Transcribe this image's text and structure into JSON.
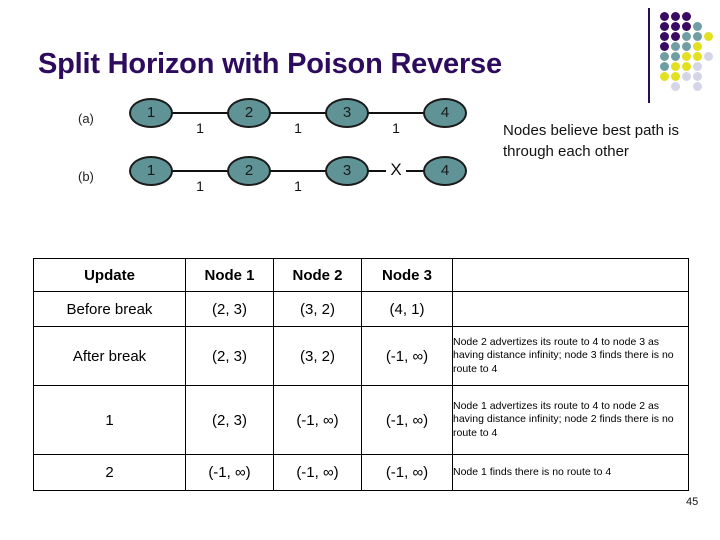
{
  "slide": {
    "title": "Split Horizon with Poison Reverse",
    "page_number": "45",
    "title_color": "#2d0b5e",
    "node_color": "#5f9396"
  },
  "decoration": {
    "name": "dot-grid",
    "colors": {
      "dark_purple": "#3b0a63",
      "teal": "#6f9fa3",
      "yellow": "#e2e021",
      "light_lavender": "#d5d5e8"
    },
    "dots": [
      {
        "col": 0,
        "row": 0,
        "color": "#3b0a63"
      },
      {
        "col": 1,
        "row": 0,
        "color": "#3b0a63"
      },
      {
        "col": 2,
        "row": 0,
        "color": "#3b0a63"
      },
      {
        "col": 0,
        "row": 1,
        "color": "#3b0a63"
      },
      {
        "col": 1,
        "row": 1,
        "color": "#3b0a63"
      },
      {
        "col": 2,
        "row": 1,
        "color": "#3b0a63"
      },
      {
        "col": 3,
        "row": 1,
        "color": "#6f9fa3"
      },
      {
        "col": 0,
        "row": 2,
        "color": "#3b0a63"
      },
      {
        "col": 1,
        "row": 2,
        "color": "#3b0a63"
      },
      {
        "col": 2,
        "row": 2,
        "color": "#6f9fa3"
      },
      {
        "col": 3,
        "row": 2,
        "color": "#6f9fa3"
      },
      {
        "col": 4,
        "row": 2,
        "color": "#e2e021"
      },
      {
        "col": 0,
        "row": 3,
        "color": "#3b0a63"
      },
      {
        "col": 1,
        "row": 3,
        "color": "#6f9fa3"
      },
      {
        "col": 2,
        "row": 3,
        "color": "#6f9fa3"
      },
      {
        "col": 3,
        "row": 3,
        "color": "#e2e021"
      },
      {
        "col": 0,
        "row": 4,
        "color": "#6f9fa3"
      },
      {
        "col": 1,
        "row": 4,
        "color": "#6f9fa3"
      },
      {
        "col": 2,
        "row": 4,
        "color": "#e2e021"
      },
      {
        "col": 3,
        "row": 4,
        "color": "#e2e021"
      },
      {
        "col": 4,
        "row": 4,
        "color": "#d5d5e8"
      },
      {
        "col": 0,
        "row": 5,
        "color": "#6f9fa3"
      },
      {
        "col": 1,
        "row": 5,
        "color": "#e2e021"
      },
      {
        "col": 2,
        "row": 5,
        "color": "#e2e021"
      },
      {
        "col": 3,
        "row": 5,
        "color": "#d5d5e8"
      },
      {
        "col": 0,
        "row": 6,
        "color": "#e2e021"
      },
      {
        "col": 1,
        "row": 6,
        "color": "#e2e021"
      },
      {
        "col": 2,
        "row": 6,
        "color": "#d5d5e8"
      },
      {
        "col": 3,
        "row": 6,
        "color": "#d5d5e8"
      },
      {
        "col": 1,
        "row": 7,
        "color": "#d5d5e8"
      },
      {
        "col": 3,
        "row": 7,
        "color": "#d5d5e8"
      }
    ]
  },
  "diagrams": [
    {
      "label": "(a)",
      "nodes": [
        "1",
        "2",
        "3",
        "4"
      ],
      "link_costs": [
        "1",
        "1",
        "1"
      ],
      "broken_link_index": null,
      "break_marker": ""
    },
    {
      "label": "(b)",
      "nodes": [
        "1",
        "2",
        "3",
        "4"
      ],
      "link_costs": [
        "1",
        "1",
        ""
      ],
      "broken_link_index": 2,
      "break_marker": "X"
    }
  ],
  "side_note": "Nodes believe best path is through each other",
  "table": {
    "headers": [
      "Update",
      "Node 1",
      "Node 2",
      "Node 3",
      ""
    ],
    "rows": [
      {
        "update": "Before break",
        "node1": "(2, 3)",
        "node2": "(3, 2)",
        "node3": "(4, 1)",
        "note": ""
      },
      {
        "update": "After break",
        "node1": "(2, 3)",
        "node2": "(3, 2)",
        "node3": "(-1, ∞)",
        "note": "Node 2 advertizes its route to 4 to node 3 as having distance infinity; node 3 finds there is no route to 4"
      },
      {
        "update": "1",
        "node1": "(2, 3)",
        "node2": "(-1, ∞)",
        "node3": "(-1, ∞)",
        "note": "Node 1 advertizes its route to 4 to node 2 as having distance infinity; node 2 finds there is no route to 4"
      },
      {
        "update": "2",
        "node1": "(-1, ∞)",
        "node2": "(-1, ∞)",
        "node3": "(-1, ∞)",
        "note": "Node 1 finds there is no route to 4"
      }
    ]
  }
}
